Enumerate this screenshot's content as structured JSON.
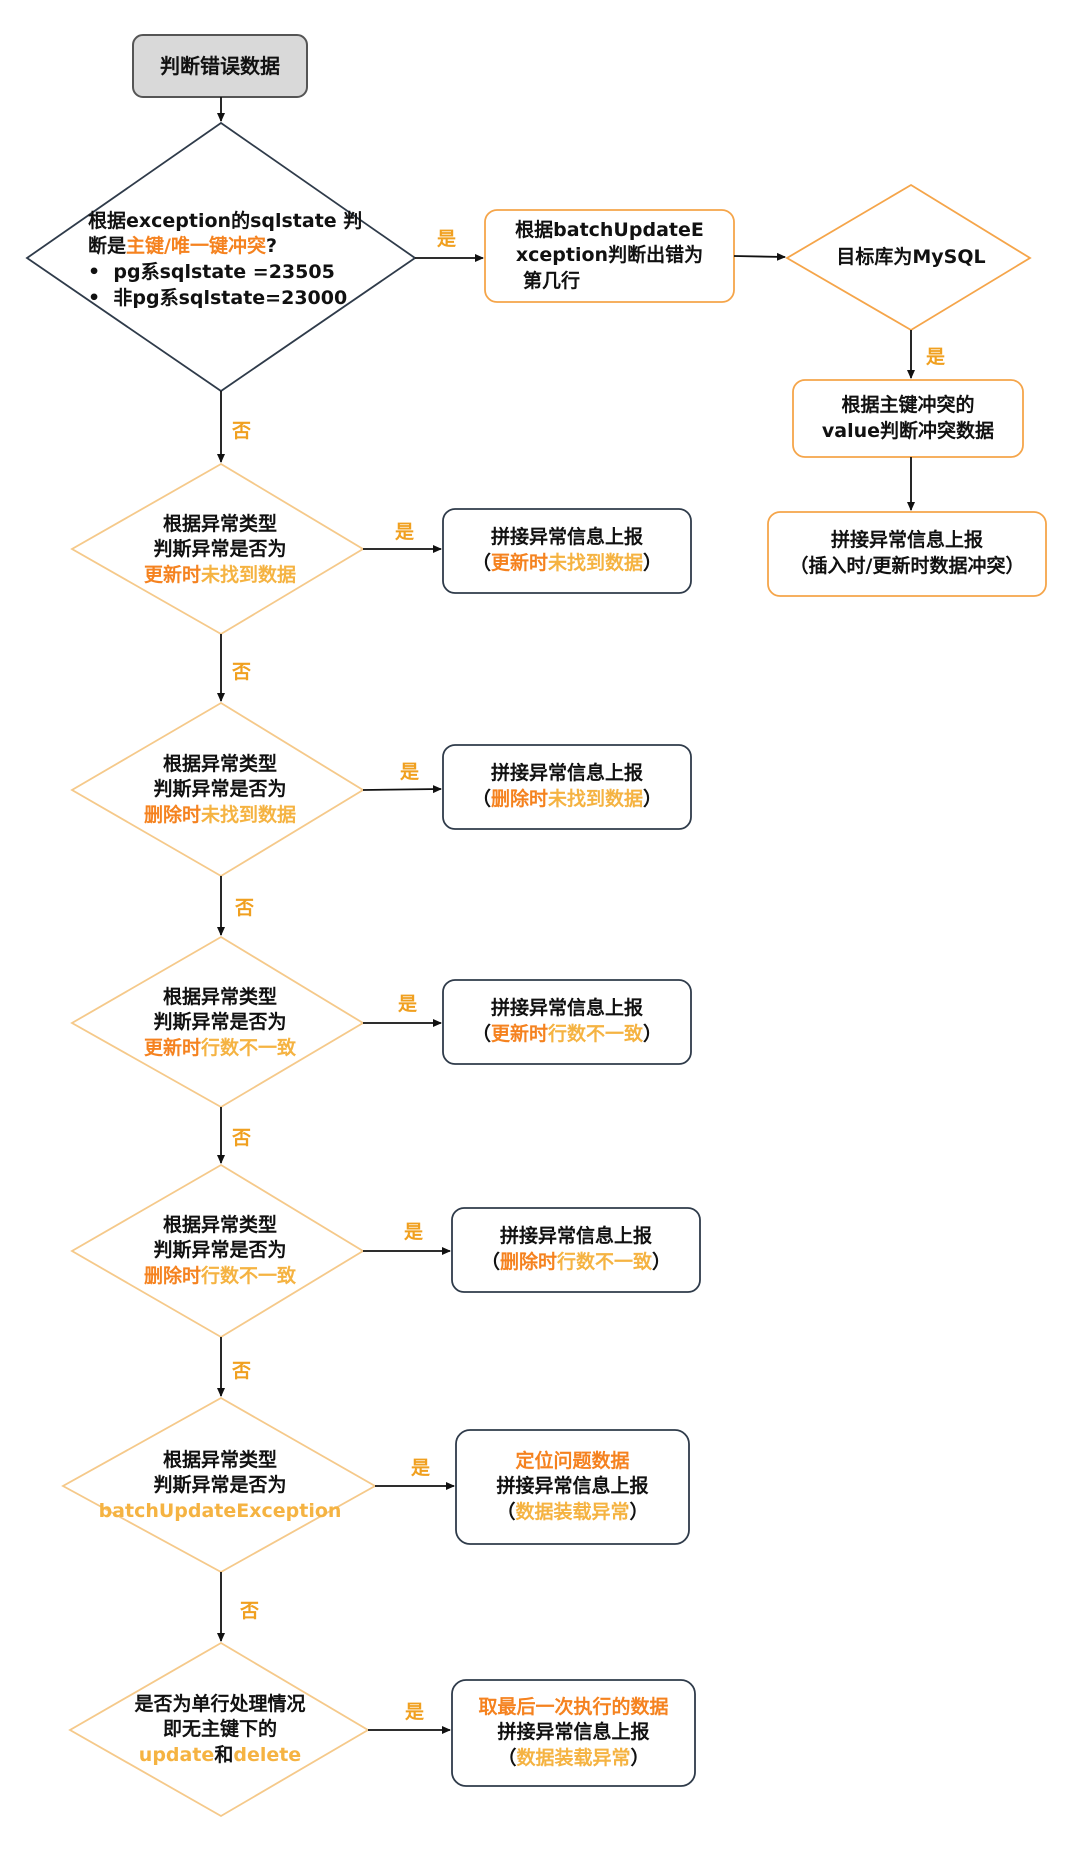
{
  "start": {
    "label": "判断错误数据"
  },
  "yes_label": "是",
  "no_label": "否",
  "d1": {
    "line1": "根据exception的sqlstate 判",
    "line2_a": "断是",
    "line2_b": "主键/唯一键冲突",
    "line2_c": "?",
    "bullet1": "pg系sqlstate =23505",
    "bullet2": "非pg系sqlstate=23000"
  },
  "p1": {
    "line1": "根据batchUpdateE",
    "line2": "xception判断出错为",
    "line3": "第几行"
  },
  "d_mysql": {
    "label": "目标库为MySQL"
  },
  "p2": {
    "line1": "根据主键冲突的",
    "line2": "value判断冲突数据"
  },
  "p3": {
    "line1": "拼接异常信息上报",
    "line2": "（插入时/更新时数据冲突）"
  },
  "common": {
    "cond1": "根据异常类型",
    "cond2": "判斯异常是否为",
    "report": "拼接异常信息上报",
    "open": "（",
    "close": "）"
  },
  "d2": {
    "a": "更新时",
    "b": "未找到数据"
  },
  "d3": {
    "a": "删除时",
    "b": "未找到数据"
  },
  "d4": {
    "a": "更新时",
    "b": "行数不一致"
  },
  "d5": {
    "a": "删除时",
    "b": "行数不一致"
  },
  "d6": {
    "b": "batchUpdateException"
  },
  "r6": {
    "line1": "定位问题数据",
    "line3": "数据装载异常"
  },
  "d7": {
    "line1": "是否为单行处理情况",
    "line2": "即无主键下的",
    "a": "update",
    "and": "和",
    "b": "delete"
  },
  "r7": {
    "line1": "取最后一次执行的数据",
    "line3": "数据装载异常"
  }
}
